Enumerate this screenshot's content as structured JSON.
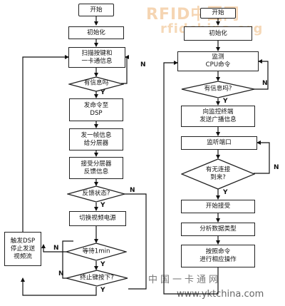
{
  "watermark": {
    "brand_top": "RFID中国网",
    "brand_sub": "rfidchina.org",
    "brand_bottom": "中国一卡通网",
    "brand_url": "www.yktchina.com"
  },
  "left_flow": {
    "start": "开始",
    "init": "初始化",
    "scan": "扫描按键和\n一卡通信息",
    "has_info": "有信息吗",
    "send_dsp": "发命令至\nDSP",
    "send_frame": "发一帧信息\n给分层器",
    "receive_feedback": "接受分层器\n反馈信息",
    "feedback_state": "反馈状态?",
    "switch_power": "切换视频电源",
    "wait": "等待1min",
    "stop_key": "终止键按下?",
    "trigger_dsp": "触发DSP\n停止发送\n视频流"
  },
  "right_flow": {
    "start": "开始",
    "init": "初始化",
    "monitor_cpu": "监测\nCPU命令",
    "has_info": "有信息吗?",
    "broadcast": "向监控终端\n发送广播信息",
    "listen_port": "监听端口",
    "connect_arrived": "有无连接\n到来?",
    "begin_receive": "开始接受",
    "analyze": "分析数据类型",
    "execute": "按照命令\n进行相应操作"
  },
  "branch_labels": {
    "yes": "Y",
    "no": "N"
  }
}
